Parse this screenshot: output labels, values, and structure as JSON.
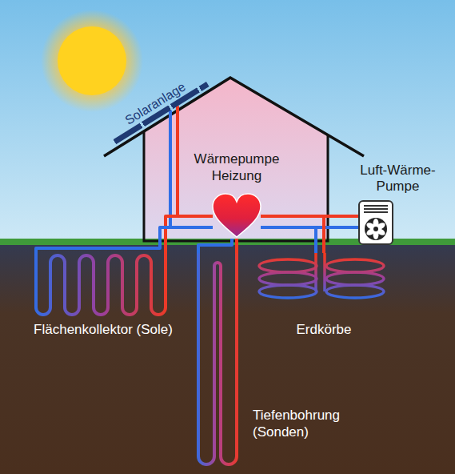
{
  "diagram": {
    "nodes": [
      {
        "text": [
          "Solaranlage"
        ]
      },
      {
        "text": [
          "Wärmepumpe Heizung"
        ]
      },
      {
        "text": [
          "Luft-Wärme-Pumpe"
        ]
      },
      {
        "text": [
          "Flächenkollektor (Sole)"
        ]
      },
      {
        "text": [
          "Erdkörbe"
        ]
      },
      {
        "text": [
          "Tiefenbohrung (Sonden)"
        ]
      }
    ],
    "edges": [
      {
        "from": 1,
        "to": 0,
        "arrow": "none"
      },
      {
        "from": 1,
        "to": 2,
        "arrow": "none"
      },
      {
        "from": 1,
        "to": 3,
        "arrow": "none"
      },
      {
        "from": 1,
        "to": 4,
        "arrow": "none"
      },
      {
        "from": 1,
        "to": 5,
        "arrow": "none"
      }
    ]
  }
}
